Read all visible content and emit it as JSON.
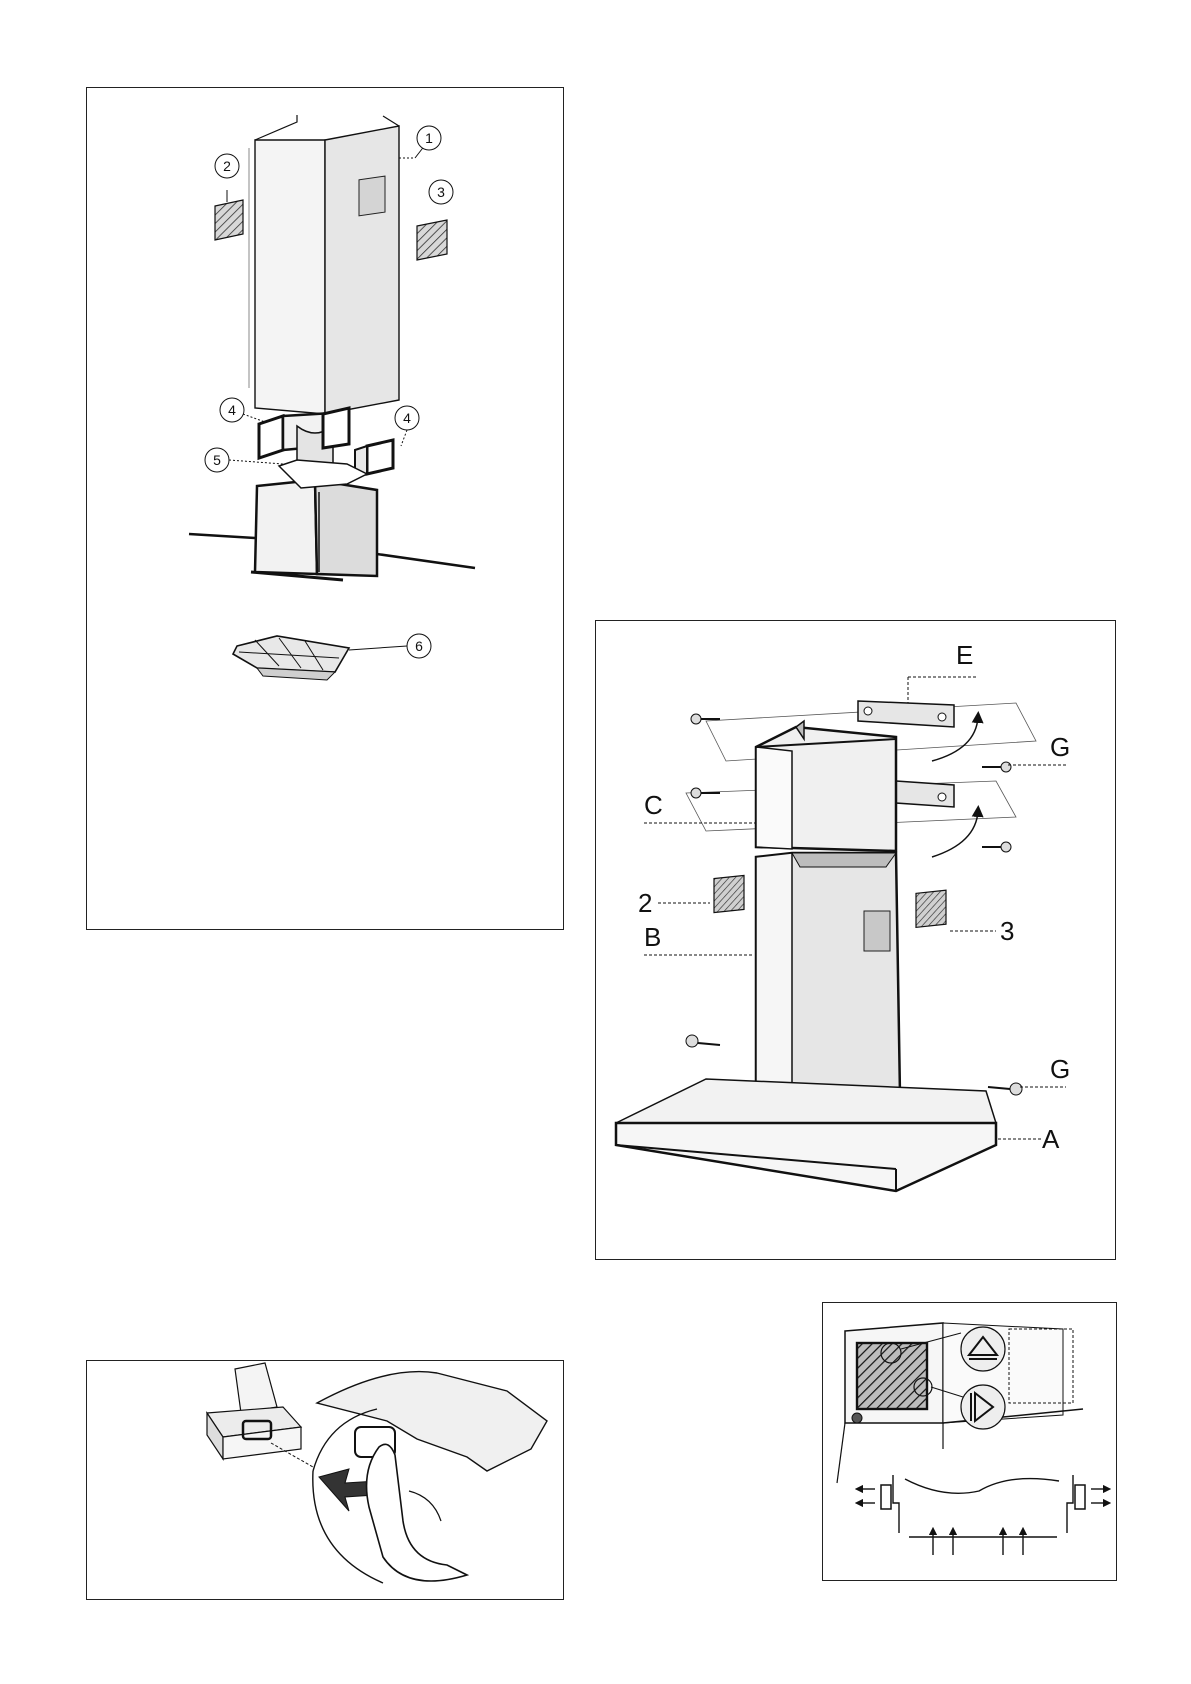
{
  "figures": {
    "exploded_view": {
      "callouts": [
        "1",
        "2",
        "3",
        "4",
        "4",
        "5",
        "6"
      ]
    },
    "assembly_view": {
      "labels": [
        "E",
        "G",
        "C",
        "2",
        "B",
        "3",
        "G",
        "A"
      ]
    },
    "airflow_view": {
      "labels": []
    }
  },
  "colors": {
    "stroke": "#111111",
    "steel_light": "#e9e9e9",
    "steel_shade": "#bdbdbd"
  }
}
